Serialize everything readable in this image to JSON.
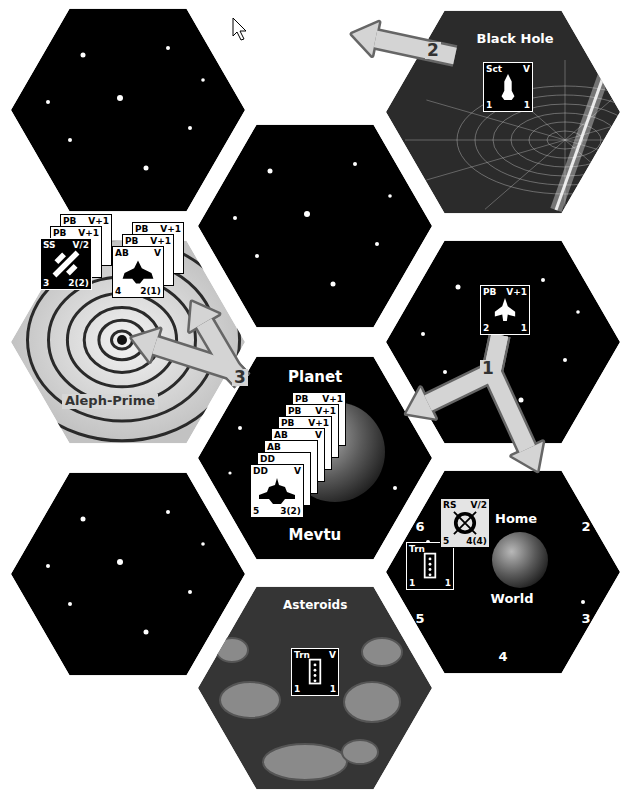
{
  "diagram": {
    "nodes": [
      {
        "text": [
          "Black Hole"
        ]
      },
      {
        "text": [
          "Sct",
          "V",
          "1",
          "1"
        ],
        "in": 0
      },
      {
        "text": [
          "Aleph-Prime"
        ]
      },
      {
        "text": [
          "PB",
          "V+1"
        ],
        "in": 2
      },
      {
        "text": [
          "PB",
          "V+1"
        ],
        "in": 2
      },
      {
        "text": [
          "SS",
          "V/2",
          "3",
          "2(2)"
        ],
        "in": 2
      },
      {
        "text": [
          "PB",
          "V+1"
        ],
        "in": 2
      },
      {
        "text": [
          "PB",
          "V+1"
        ],
        "in": 2
      },
      {
        "text": [
          "AB",
          "V",
          "4",
          "2(1)"
        ],
        "in": 2
      },
      {
        "text": [
          "PB",
          "V+1",
          "2",
          "1"
        ]
      },
      {
        "text": [
          "Planet",
          "Mevtu"
        ]
      },
      {
        "text": [
          "PB",
          "V+1"
        ],
        "in": 10
      },
      {
        "text": [
          "PB",
          "V+1"
        ],
        "in": 10
      },
      {
        "text": [
          "PB",
          "V+1"
        ],
        "in": 10
      },
      {
        "text": [
          "AB",
          "V"
        ],
        "in": 10
      },
      {
        "text": [
          "AB"
        ],
        "in": 10
      },
      {
        "text": [
          "DD"
        ],
        "in": 10
      },
      {
        "text": [
          "DD",
          "V",
          "5",
          "3(2)"
        ],
        "in": 10
      },
      {
        "text": [
          "Home",
          "World"
        ]
      },
      {
        "text": [
          "Trn",
          "1",
          "1"
        ],
        "in": 18
      },
      {
        "text": [
          "RS",
          "V/2",
          "5",
          "4(4)"
        ],
        "in": 18
      },
      {
        "text": [
          "Asteroids"
        ]
      },
      {
        "text": [
          "Trn",
          "V",
          "1",
          "1"
        ],
        "in": 21
      }
    ],
    "edges": [
      {
        "from": 9,
        "to": 10,
        "arrow": "to",
        "label": "1"
      },
      {
        "from": 9,
        "to": 18,
        "arrow": "to"
      },
      {
        "from": 10,
        "to": 2,
        "arrow": "to",
        "label": "3"
      }
    ],
    "labels": [
      "2",
      "6",
      "2",
      "5",
      "3",
      "4"
    ]
  }
}
